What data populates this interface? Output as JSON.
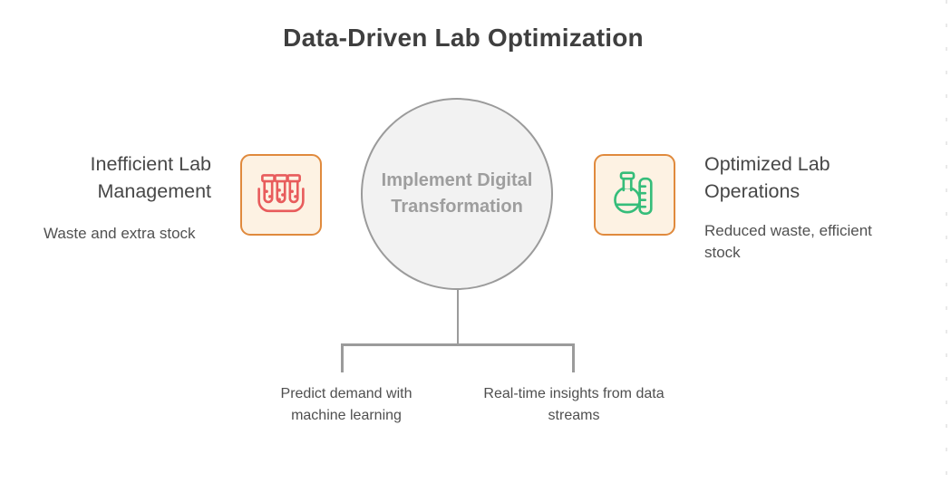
{
  "title": "Data-Driven Lab Optimization",
  "colors": {
    "title_text": "#3f3f3f",
    "heading_text": "#474747",
    "subtitle_text": "#515151",
    "branch_text": "#4f4f4f",
    "circle_fill": "#f2f2f2",
    "circle_border": "#9b9b9b",
    "circle_text": "#9e9e9e",
    "icon_box_fill": "#fdf2e3",
    "icon_box_border": "#e08a3d",
    "tubes_icon": "#e85c5c",
    "flask_icon": "#35bd7a",
    "connector": "#9b9b9b",
    "edge_dashes": "#e9e9e9"
  },
  "left_node": {
    "heading": "Inefficient Lab Management",
    "subtitle": "Waste and extra stock",
    "icon": "test-tubes-icon"
  },
  "center_node": {
    "label": "Implement Digital Transformation"
  },
  "right_node": {
    "heading": "Optimized Lab Operations",
    "subtitle": "Reduced waste, efficient stock",
    "icon": "flask-icon"
  },
  "branches": [
    {
      "label": "Predict demand with machine learning"
    },
    {
      "label": "Real-time insights from data streams"
    }
  ]
}
